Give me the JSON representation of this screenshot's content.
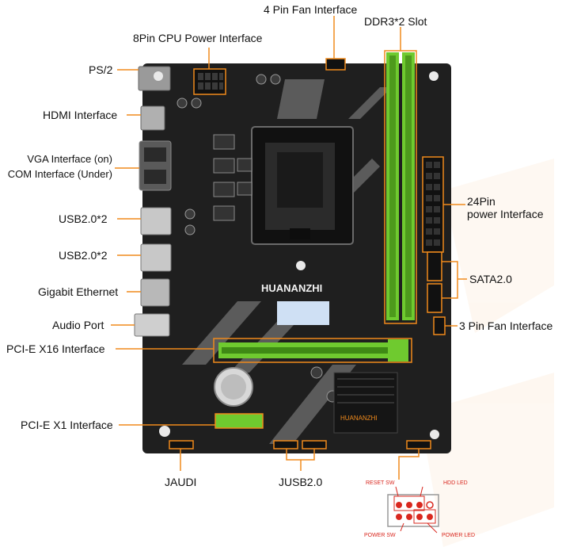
{
  "labels": {
    "fan4pin": "4 Pin Fan Interface",
    "ddr3": "DDR3*2 Slot",
    "cpu8pin": "8Pin CPU Power Interface",
    "ps2": "PS/2",
    "hdmi": "HDMI Interface",
    "vga_on": "VGA Interface (on)",
    "com_under": "COM Interface (Under)",
    "usb_a": "USB2.0*2",
    "usb_b": "USB2.0*2",
    "ethernet": "Gigabit Ethernet",
    "audio": "Audio Port",
    "pcie16": "PCI-E X16 Interface",
    "pciex1": "PCI-E X1 Interface",
    "jaudi": "JAUDI",
    "jusb": "JUSB2.0",
    "power24_l1": "24Pin",
    "power24_l2": "power Interface",
    "sata": "SATA2.0",
    "fan3pin": "3 Pin Fan Interface"
  },
  "board_text": {
    "brand": "HUANANZHI",
    "heatsink_brand": "HUANANZHI"
  },
  "front_panel": {
    "reset_sw": "RESET SW",
    "hdd_led": "HDD LED",
    "power_sw": "POWER SW",
    "power_led": "POWER LED"
  },
  "colors": {
    "pcb": "#1e1e1e",
    "accent_orange": "#f08a1c",
    "slot_green": "#6fca2f",
    "pin_red": "#d9281f"
  }
}
